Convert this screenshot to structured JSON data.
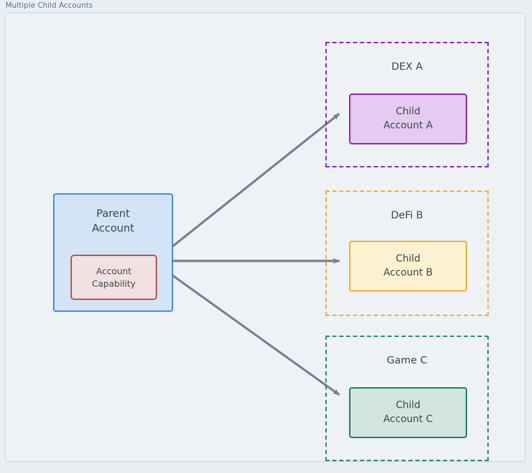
{
  "frame": {
    "title": "Multiple Child Accounts"
  },
  "parent": {
    "title_line1": "Parent",
    "title_line2": "Account",
    "capability_line1": "Account",
    "capability_line2": "Capability"
  },
  "groups": [
    {
      "id": "dex-a",
      "label": "DEX A",
      "border_color": "#9020c0",
      "child": {
        "line1": "Child",
        "line2": "Account A",
        "fill": "#e5caf2",
        "border_color": "#9020c0"
      }
    },
    {
      "id": "defi-b",
      "label": "DeFi B",
      "border_color": "#f2ae28",
      "child": {
        "line1": "Child",
        "line2": "Account B",
        "fill": "#fdf2d0",
        "border_color": "#f2ae28"
      }
    },
    {
      "id": "game-c",
      "label": "Game C",
      "border_color": "#27866e",
      "child": {
        "line1": "Child",
        "line2": "Account C",
        "fill": "#d3e5df",
        "border_color": "#1f7a63"
      }
    }
  ],
  "arrows": {
    "color": "#6e8294",
    "count": 3,
    "source": "Account Capability",
    "targets": [
      "Child Account A",
      "Child Account B",
      "Child Account C"
    ]
  },
  "colors": {
    "page_background": "#eaeff4",
    "panel_background": "#eef2f5",
    "panel_border": "#ced9e0",
    "title_text": "#5b7083",
    "node_text": "#37474f",
    "parent_fill": "#d4e4f7",
    "parent_border": "#3d8ce6",
    "capability_fill": "#f3e0e0",
    "capability_border": "#b85450"
  }
}
